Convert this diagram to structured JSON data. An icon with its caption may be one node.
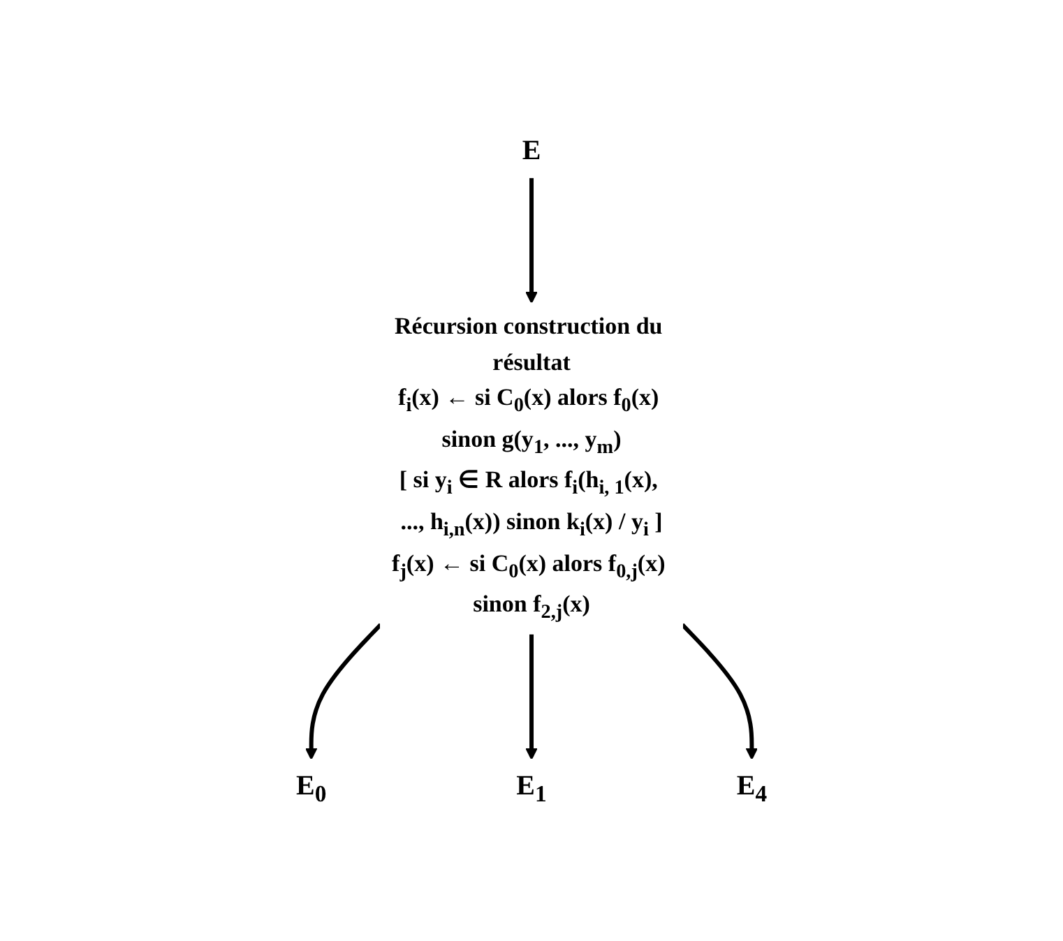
{
  "diagram": {
    "nodes": [
      {
        "text": [
          "E"
        ]
      },
      {
        "text": [
          "Récursion construction du résultat",
          "f$_{i}$(x) ← si C$_{0}$(x) alors f$_{0}$(x) sinon g(y$_{1}$, ..., y$_{m}$)",
          "[ si y$_{i}$ ∈ R alors f$_{i}$(h$_{i, 1}$(x), ..., h$_{i,n}$(x)) sinon k$_{i}$(x) / y$_{i}$ ]",
          "f$_{j}$(x) ← si C$_{0}$(x) alors f$_{0,j}$(x) sinon f$_{2,j}$(x)"
        ]
      },
      {
        "text": [
          "E$_{0}$"
        ]
      },
      {
        "text": [
          "E$_{1}$"
        ]
      },
      {
        "text": [
          "E$_{4}$"
        ]
      }
    ],
    "edges": [
      {
        "from": 0,
        "to": 1,
        "arrow": "to"
      },
      {
        "from": 1,
        "to": 2,
        "arrow": "to"
      },
      {
        "from": 1,
        "to": 3,
        "arrow": "to"
      },
      {
        "from": 1,
        "to": 4,
        "arrow": "to"
      }
    ]
  }
}
